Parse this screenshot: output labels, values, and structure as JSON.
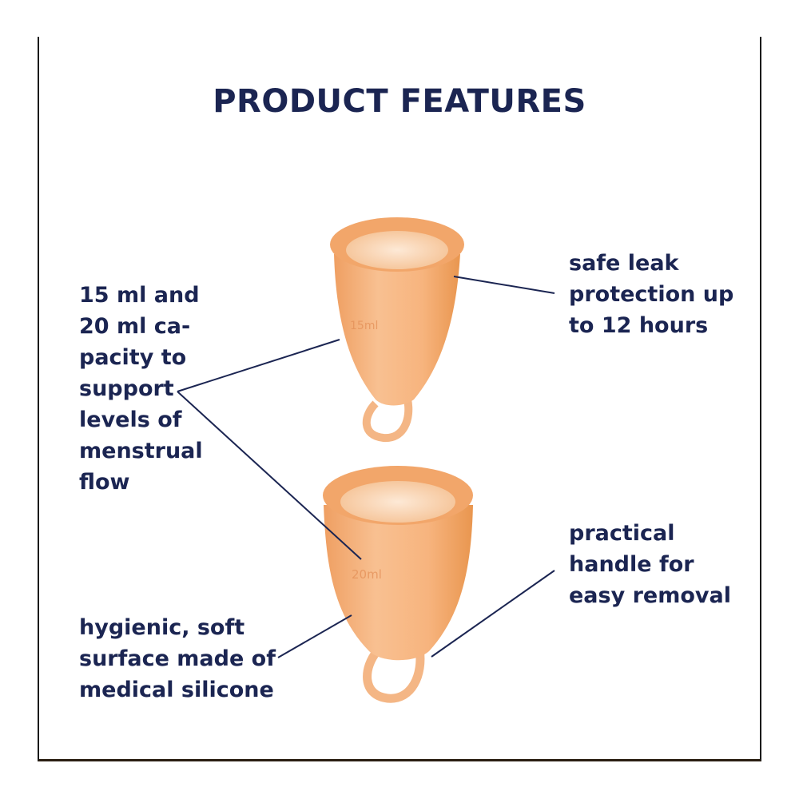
{
  "title": "PRODUCT FEATURES",
  "features": {
    "capacity": "15 ml and\n20 ml ca-\npacity to\nsupport\nlevels of\nmenstrual\nflow",
    "leak": "safe leak\nprotection up\nto 12 hours",
    "handle": "practical\nhandle for\neasy removal",
    "surface": "hygienic, soft\nsurface made of\nmedical silicone"
  },
  "cups": {
    "small_label": "15ml",
    "large_label": "20ml"
  },
  "colors": {
    "text": "#1b2552",
    "cup": "#f6b784",
    "cup_dark": "#e89a5c",
    "leader": "#1b2552"
  }
}
